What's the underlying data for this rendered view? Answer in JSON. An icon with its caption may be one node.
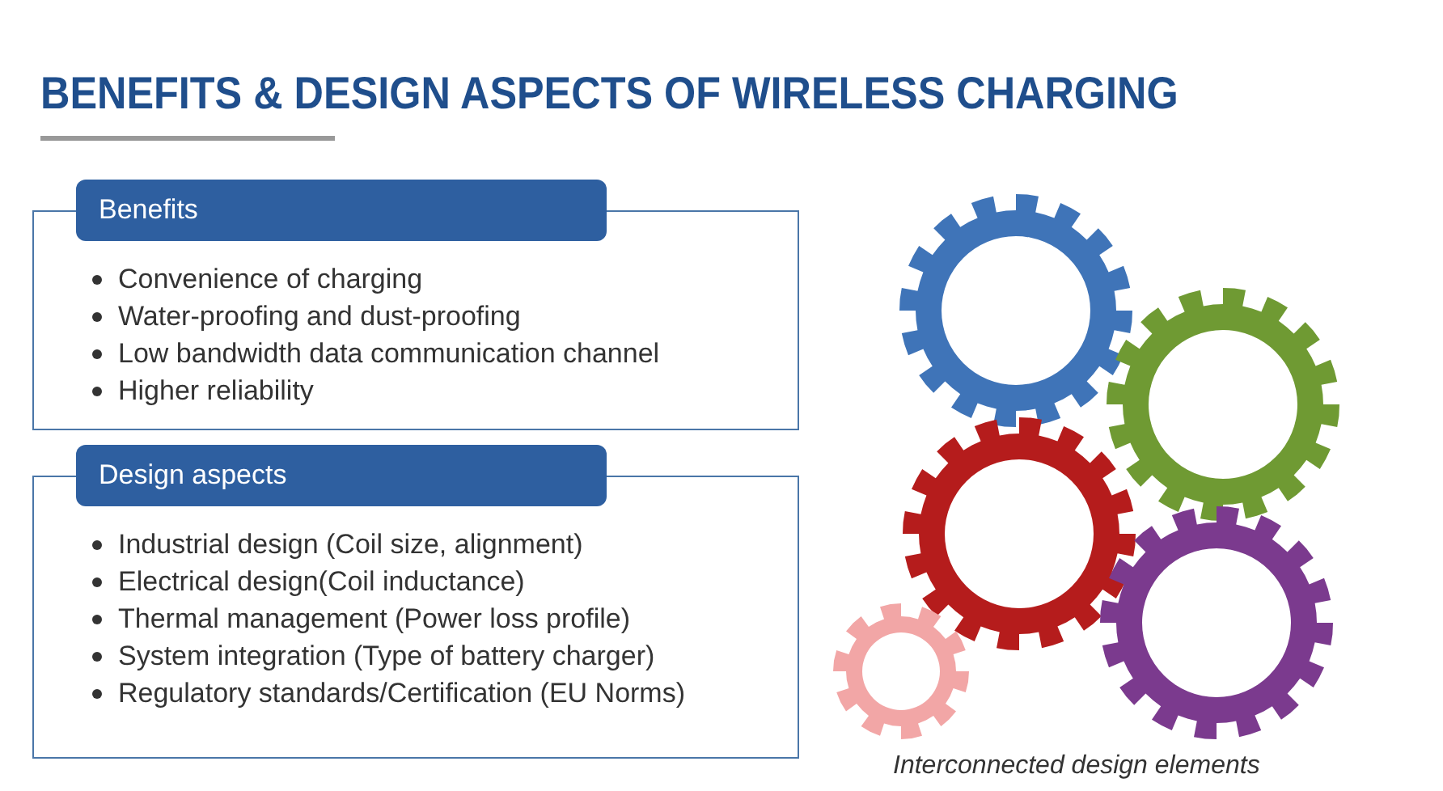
{
  "diagram": {
    "title": "BENEFITS  & DESIGN ASPECTS OF WIRELESS CHARGING",
    "caption": "Interconnected design elements",
    "nodes": [
      {
        "text": [
          "Benefits",
          "Convenience of charging",
          "Water-proofing and dust-proofing",
          "Low bandwidth data communication channel",
          "Higher reliability"
        ]
      },
      {
        "text": [
          "Design aspects",
          "Industrial design (Coil size, alignment)",
          "Electrical design(Coil inductance)",
          "Thermal management (Power loss profile)",
          "System integration (Type of battery charger)",
          "Regulatory standards/Certification (EU Norms)"
        ]
      }
    ],
    "edges": []
  }
}
